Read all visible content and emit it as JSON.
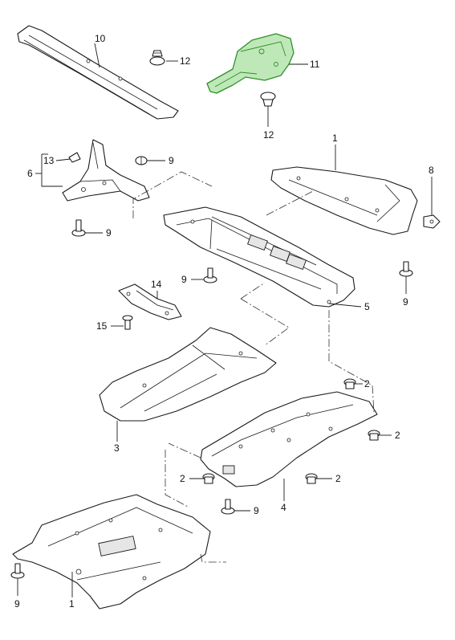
{
  "callouts": {
    "c1_top": "1",
    "c1_bottom": "1",
    "c2_a": "2",
    "c2_b": "2",
    "c2_c": "2",
    "c2_d": "2",
    "c3": "3",
    "c4": "4",
    "c5": "5",
    "c6": "6",
    "c8": "8",
    "c9_a": "9",
    "c9_b": "9",
    "c9_c": "9",
    "c9_d": "9",
    "c9_e": "9",
    "c9_f": "9",
    "c10": "10",
    "c11": "11",
    "c12_a": "12",
    "c12_b": "12",
    "c13": "13",
    "c14": "14",
    "c15": "15"
  },
  "highlight_color": "#2f8f2a",
  "highlighted_part": "11"
}
